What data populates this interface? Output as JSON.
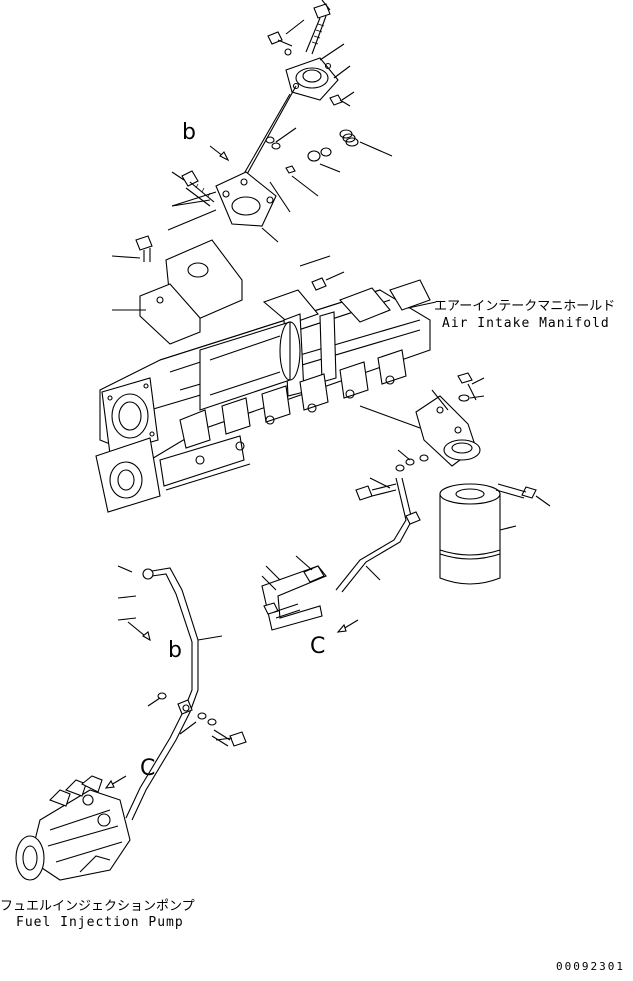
{
  "labels": {
    "manifold_jp": "エアーインテークマニホールド",
    "manifold_en": "Air Intake Manifold",
    "pump_jp": "フュエルインジェクションポンプ",
    "pump_en": "Fuel Injection Pump",
    "ref_b_top": "b",
    "ref_b_bottom": "b",
    "ref_c_mid": "C",
    "ref_c_bottom": "C",
    "drawing_code": "00092301"
  },
  "icons": {
    "manifold": "air-intake-manifold-icon",
    "filter": "fuel-filter-icon",
    "pump": "fuel-injection-pump-icon"
  }
}
